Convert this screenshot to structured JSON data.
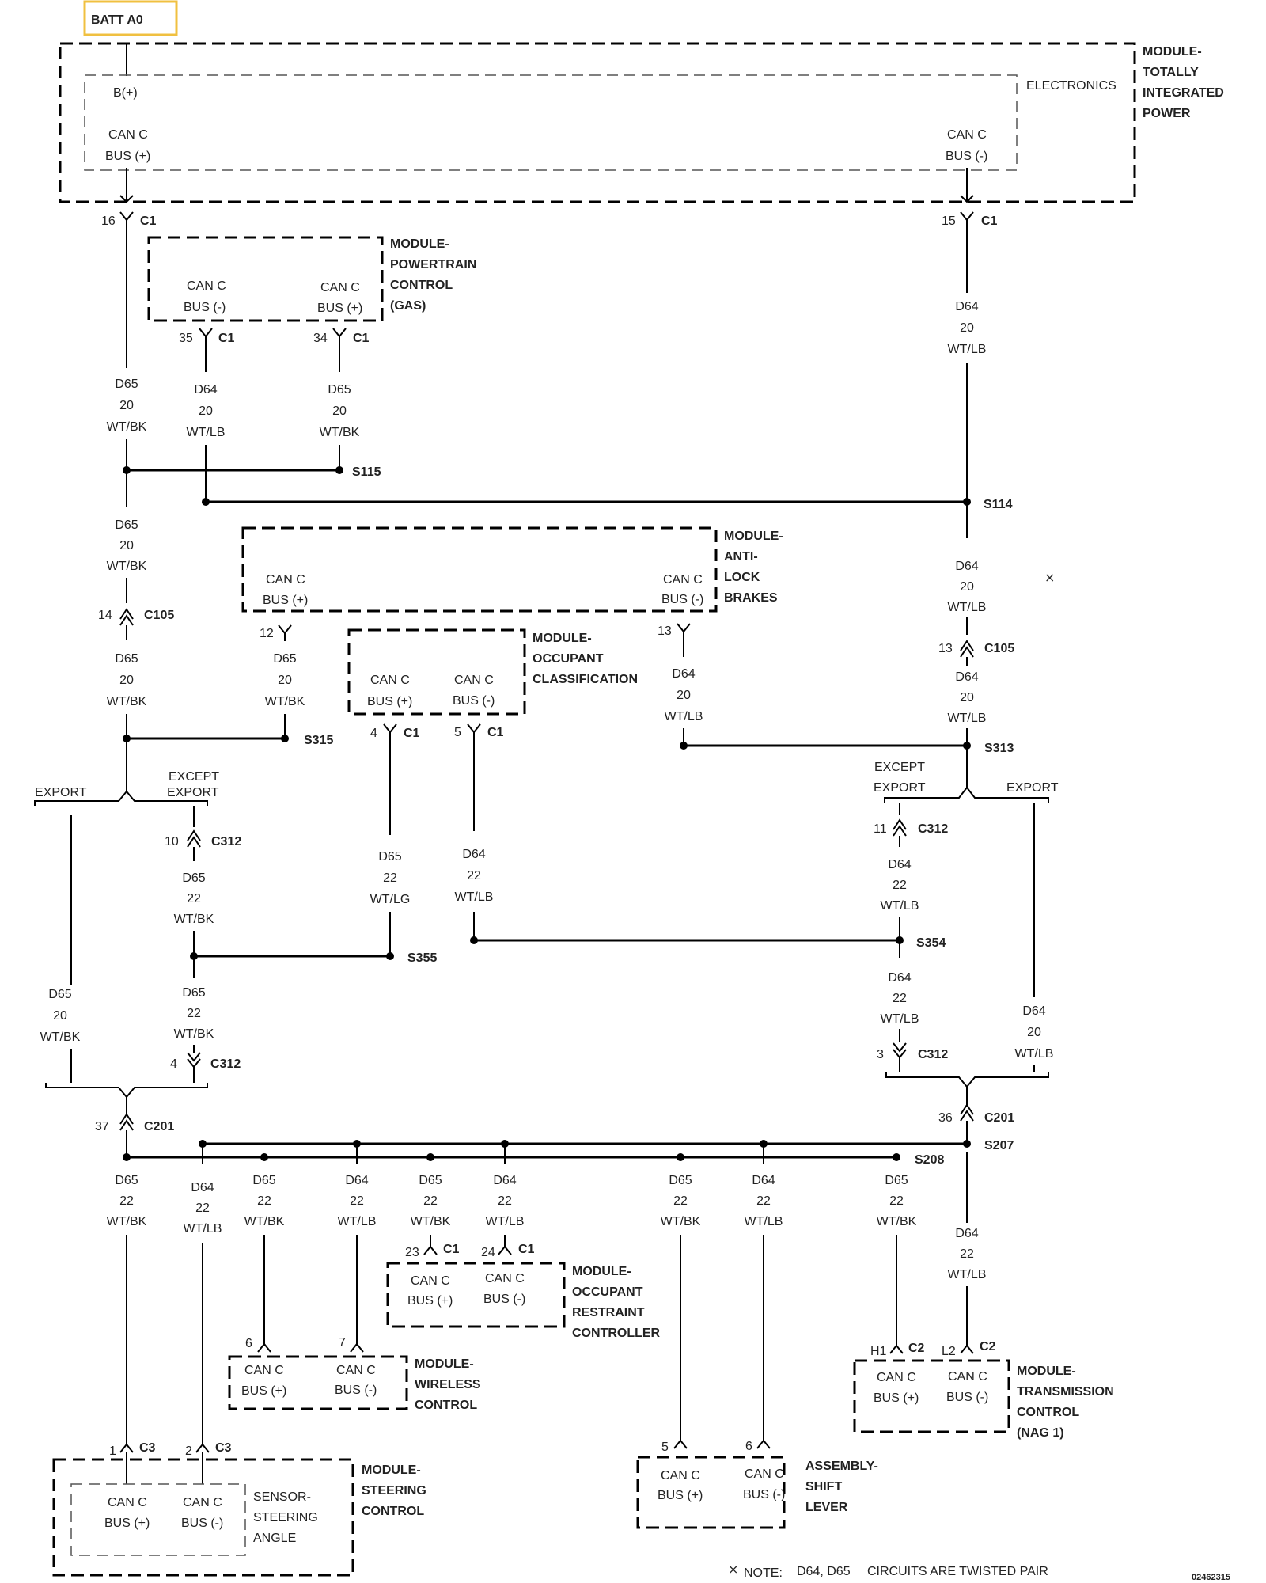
{
  "batt": {
    "label": "BATT A0"
  },
  "tip": {
    "name": [
      "MODULE-",
      "TOTALLY",
      "INTEGRATED",
      "POWER"
    ],
    "inner": "ELECTRONICS",
    "bplus": "B(+)",
    "busp": [
      "CAN C",
      "BUS (+)"
    ],
    "busn": [
      "CAN C",
      "BUS (-)"
    ]
  },
  "pcm": {
    "name": [
      "MODULE-",
      "POWERTRAIN",
      "CONTROL",
      "(GAS)"
    ],
    "busn": [
      "CAN C",
      "BUS (-)"
    ],
    "busp": [
      "CAN C",
      "BUS (+)"
    ]
  },
  "abs": {
    "name": [
      "MODULE-",
      "ANTI-",
      "LOCK",
      "BRAKES"
    ],
    "busp": [
      "CAN C",
      "BUS (+)"
    ],
    "busn": [
      "CAN C",
      "BUS (-)"
    ]
  },
  "occ": {
    "name": [
      "MODULE-",
      "OCCUPANT",
      "CLASSIFICATION"
    ],
    "busp": [
      "CAN C",
      "BUS (+)"
    ],
    "busn": [
      "CAN C",
      "BUS (-)"
    ]
  },
  "orc": {
    "name": [
      "MODULE-",
      "OCCUPANT",
      "RESTRAINT",
      "CONTROLLER"
    ],
    "busp": [
      "CAN C",
      "BUS (+)"
    ],
    "busn": [
      "CAN C",
      "BUS (-)"
    ]
  },
  "wcm": {
    "name": [
      "MODULE-",
      "WIRELESS",
      "CONTROL"
    ],
    "busp": [
      "CAN C",
      "BUS (+)"
    ],
    "busn": [
      "CAN C",
      "BUS (-)"
    ]
  },
  "tcm": {
    "name": [
      "MODULE-",
      "TRANSMISSION",
      "CONTROL",
      "(NAG 1)"
    ],
    "busp": [
      "CAN C",
      "BUS (+)"
    ],
    "busn": [
      "CAN C",
      "BUS (-)"
    ]
  },
  "scm": {
    "name": [
      "MODULE-",
      "STEERING",
      "CONTROL"
    ],
    "inner": [
      "SENSOR-",
      "STEERING",
      "ANGLE"
    ],
    "busp": [
      "CAN C",
      "BUS (+)"
    ],
    "busn": [
      "CAN C",
      "BUS (-)"
    ]
  },
  "shift": {
    "name": [
      "ASSEMBLY-",
      "SHIFT",
      "LEVER"
    ],
    "busp": [
      "CAN C",
      "BUS (+)"
    ],
    "busn": [
      "CAN C",
      "BUS (-)"
    ]
  },
  "wires": {
    "d65_20_bk": [
      "D65",
      "20",
      "WT/BK"
    ],
    "d64_20_lb": [
      "D64",
      "20",
      "WT/LB"
    ],
    "d65_22_bk": [
      "D65",
      "22",
      "WT/BK"
    ],
    "d64_22_lb": [
      "D64",
      "22",
      "WT/LB"
    ],
    "d65_22_lg": [
      "D65",
      "22",
      "WT/LG"
    ]
  },
  "splices": {
    "s115": "S115",
    "s114": "S114",
    "s315": "S315",
    "s313": "S313",
    "s355": "S355",
    "s354": "S354",
    "s208": "S208",
    "s207": "S207"
  },
  "connectors": {
    "c1": "C1",
    "c2": "C2",
    "c3": "C3",
    "c105": "C105",
    "c312": "C312",
    "c201": "C201"
  },
  "pins": {
    "p16": "16",
    "p15": "15",
    "p35": "35",
    "p34": "34",
    "p14": "14",
    "p13": "13",
    "p12": "12",
    "p4": "4",
    "p5": "5",
    "p10": "10",
    "p11": "11",
    "p3": "3",
    "p37": "37",
    "p36": "36",
    "p23": "23",
    "p24": "24",
    "p6": "6",
    "p7": "7",
    "ph1": "H1",
    "pl2": "L2",
    "p1": "1",
    "p2": "2",
    "p5b": "5",
    "p6b": "6",
    "p4b": "4"
  },
  "variants": {
    "export": "EXPORT",
    "except": [
      "EXCEPT",
      "EXPORT"
    ]
  },
  "note": {
    "prefix": "NOTE:",
    "circuits": "D64, D65",
    "text": "CIRCUITS ARE TWISTED PAIR"
  },
  "figure_id": "02462315"
}
